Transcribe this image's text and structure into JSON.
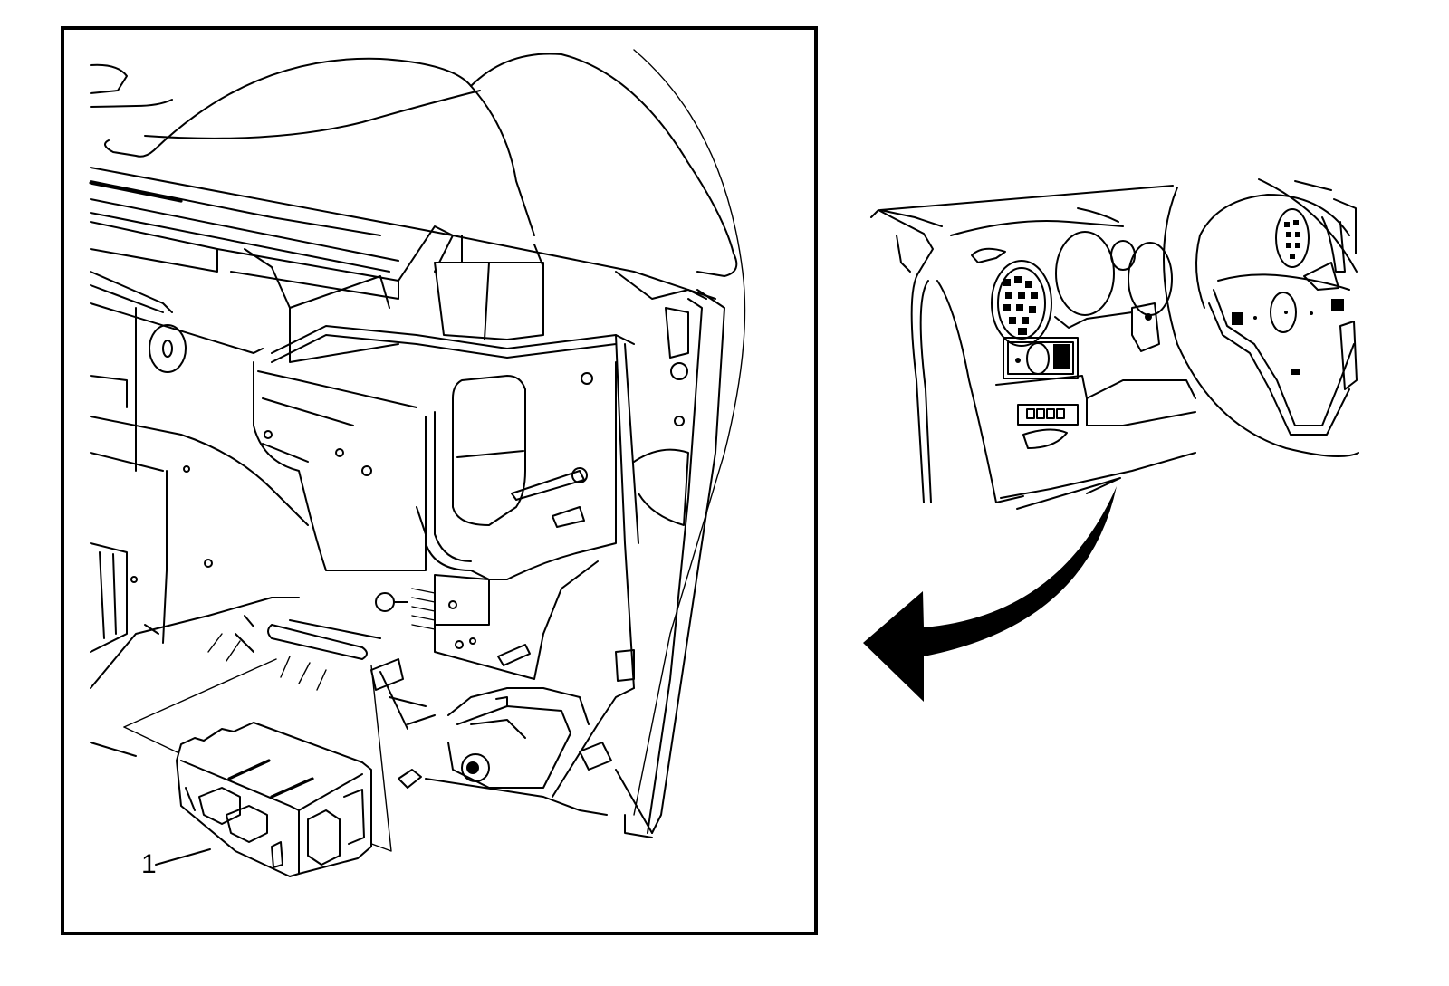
{
  "figure": {
    "type": "service-manual-illustration",
    "callouts": [
      {
        "number": "1",
        "target": "control-module"
      }
    ],
    "colors": {
      "line": "#000000",
      "background": "#ffffff"
    },
    "icons": {
      "direction_arrow": "curved-arrow-left-icon"
    }
  }
}
